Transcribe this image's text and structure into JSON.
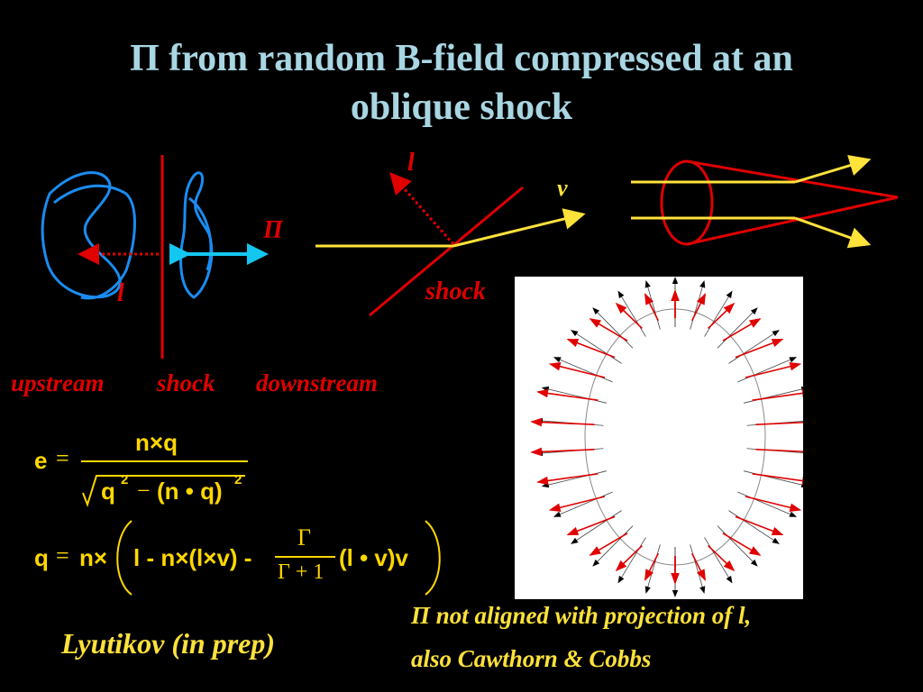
{
  "title": {
    "line1": "Π from random B-field compressed at an",
    "line2": "oblique shock"
  },
  "diagram_left": {
    "upstream": "upstream",
    "shock": "shock",
    "downstream": "downstream",
    "l_label": "l",
    "pi_label": "Π"
  },
  "diagram_mid": {
    "l_label": "l",
    "v_label": "v",
    "shock_label": "shock"
  },
  "equations": {
    "eq1": {
      "lhs": "e",
      "eq": "=",
      "num": "n×q",
      "den_sqrt": "√",
      "den_q": "q",
      "den_sup": "2",
      "den_minus": "−",
      "den_paren": "(n • q)",
      "den_sup2": "2"
    },
    "eq2": {
      "lhs": "q",
      "eq": "=",
      "n": "n×",
      "body1": "l - n×(l×v) -",
      "gamma_num": "Γ",
      "gamma_den": "Γ + 1",
      "body2": "(l • v)v"
    }
  },
  "captions": {
    "credit": "Lyutikov (in prep)",
    "note1": "Π not aligned with projection of  l,",
    "note2": "also Cawthorn & Cobbs"
  },
  "colors": {
    "red": "#e00000",
    "yellow": "#ffe23a",
    "cyan": "#14c7f0",
    "blue": "#1a8cf0",
    "title": "#a9d6e3"
  }
}
